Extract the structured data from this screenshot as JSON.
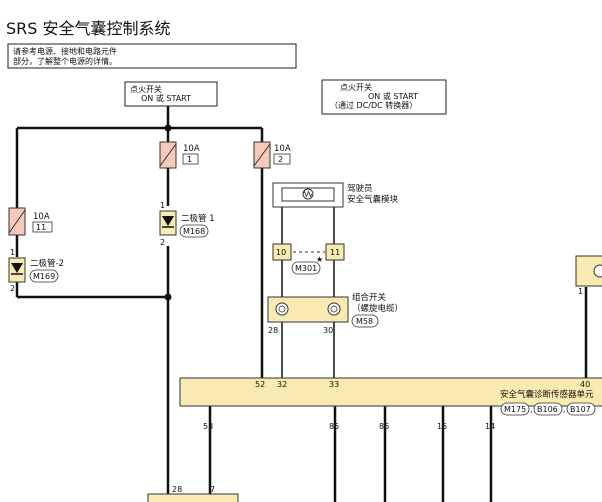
{
  "title": "SRS 安全气囊控制系统",
  "note": {
    "line1": "请参考电源、接地和电路元件",
    "line2": "部分，了解整个电源的详情。"
  },
  "ign_box_left": {
    "line1": "点火开关",
    "line2": "ON 或 START"
  },
  "ign_box_right": {
    "line1": "点火开关",
    "line2": "ON 或 START",
    "line3": "（通过 DC/DC 转换器）"
  },
  "fuses": [
    {
      "amp": "10A",
      "num": "1"
    },
    {
      "amp": "10A",
      "num": "2"
    },
    {
      "amp": "10A",
      "num": "11"
    }
  ],
  "diode1": {
    "label": "二极管 1",
    "pin_top": "1",
    "pin_bottom": "2",
    "connector": "M168"
  },
  "diode2": {
    "label": "二极管-2",
    "pin_top": "1",
    "pin_bottom": "2",
    "connector": "M169"
  },
  "driver_module": {
    "line1": "驾驶员",
    "line2": "安全气囊模块"
  },
  "m301": {
    "pin_left": "10",
    "pin_right": "11",
    "connector": "M301",
    "star": "★"
  },
  "combo_switch": {
    "line1": "组合开关",
    "line2": "（螺旋电缆）",
    "connector": "M58",
    "pin_left": "28",
    "pin_right": "30"
  },
  "control_unit": {
    "label": "安全气囊诊断传感器单元",
    "connectors": [
      "M175",
      "B106",
      "B107"
    ],
    "top_pins": [
      "52",
      "32",
      "33",
      "40"
    ],
    "bottom_pins": [
      "53",
      "85",
      "86",
      "15",
      "14"
    ],
    "sep1": ",",
    "sep2": ","
  },
  "bottom_pins": {
    "a": "28",
    "b": "7"
  },
  "right_pin": "1"
}
